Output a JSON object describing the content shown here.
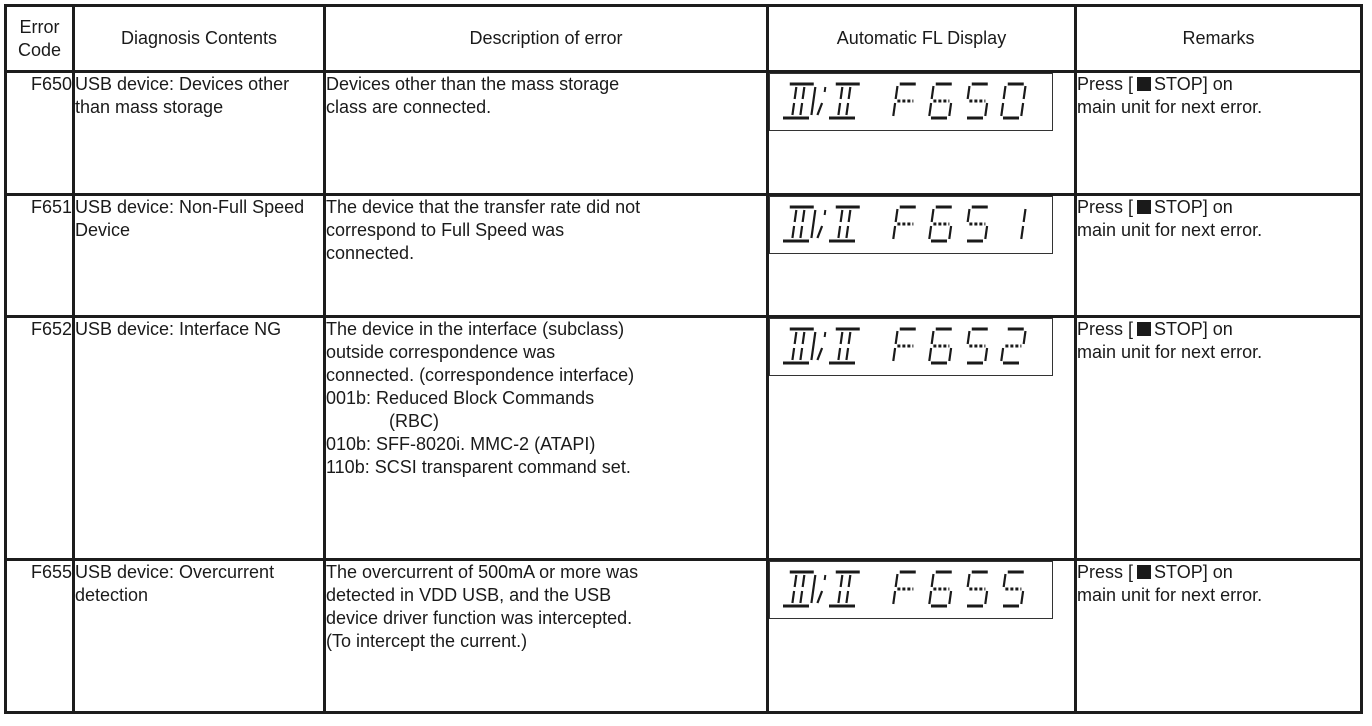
{
  "table": {
    "headers": {
      "code": "Error Code",
      "code_line1": "Error",
      "code_line2": "Code",
      "diagnosis": "Diagnosis Contents",
      "description": "Description of error",
      "fl_display": "Automatic FL Display",
      "remarks": "Remarks"
    },
    "rows": [
      {
        "code": "F650",
        "diagnosis": "USB device: Devices other than mass storage",
        "description": [
          "Devices other than the mass storage",
          "class are connected."
        ],
        "fl_display": "DVD F650",
        "remarks_pre": "Press [",
        "remarks_icon": "stop-square-icon",
        "remarks_post": "STOP] on",
        "remarks_line2": "main unit for next error."
      },
      {
        "code": "F651",
        "diagnosis": "USB device: Non-Full Speed Device",
        "description": [
          "The device that the transfer rate did not",
          "correspond to Full Speed was",
          "connected."
        ],
        "fl_display": "DVD F651",
        "remarks_pre": "Press [",
        "remarks_icon": "stop-square-icon",
        "remarks_post": "STOP] on",
        "remarks_line2": "main unit for next error."
      },
      {
        "code": "F652",
        "diagnosis": "USB device: Interface NG",
        "description": [
          "The device in the interface (subclass)",
          "outside correspondence was",
          "connected. (correspondence interface)",
          "001b: Reduced Block Commands",
          "(RBC)",
          "010b: SFF-8020i. MMC-2 (ATAPI)",
          "110b: SCSI transparent command set."
        ],
        "fl_display": "DVD F652",
        "remarks_pre": "Press [",
        "remarks_icon": "stop-square-icon",
        "remarks_post": "STOP] on",
        "remarks_line2": "main unit for next error."
      },
      {
        "code": "F655",
        "diagnosis": "USB device: Overcurrent detection",
        "description": [
          "The overcurrent of 500mA or more was",
          "detected in VDD USB, and the USB",
          "device driver function was intercepted.",
          "(To intercept the current.)"
        ],
        "fl_display": "DVD F655",
        "remarks_pre": "Press [",
        "remarks_icon": "stop-square-icon",
        "remarks_post": "STOP] on",
        "remarks_line2": "main unit for next error."
      }
    ]
  }
}
